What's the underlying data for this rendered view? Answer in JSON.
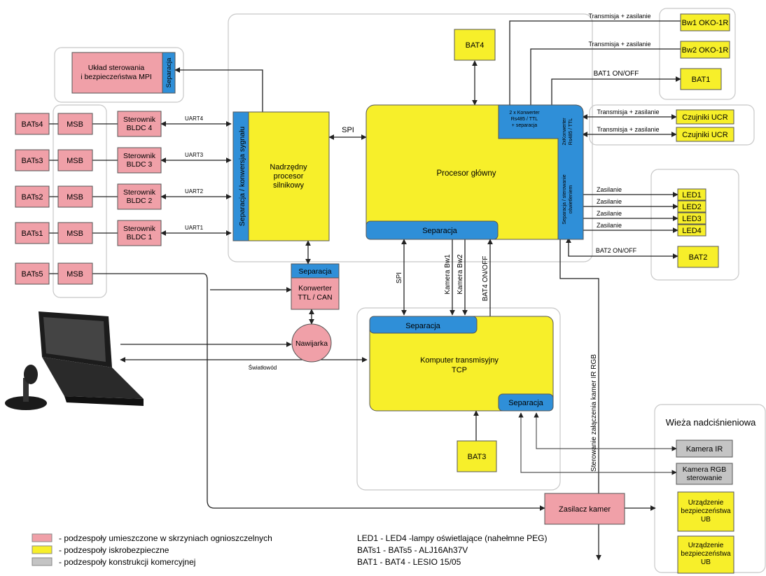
{
  "colors": {
    "red": "#f0a0a8",
    "yellow": "#f7ef2a",
    "blue": "#2f8fd8",
    "gray": "#c4c4c4",
    "frame": "#c8c8c8",
    "line": "#222222",
    "stroke": "#555555"
  },
  "blocks": {
    "mpi_title": "Układ sterowania i bezpieczeństwa MPI",
    "mpi_sep": "Separacja",
    "bldc4": "Sterownik BLDC 4",
    "bldc3": "Sterownik BLDC 3",
    "bldc2": "Sterownik BLDC 2",
    "bldc1": "Sterownik BLDC 1",
    "bats4": "BATs4",
    "bats3": "BATs3",
    "bats2": "BATs2",
    "bats1": "BATs1",
    "bats5": "BATs5",
    "msb4": "MSB",
    "msb3": "MSB",
    "msb2": "MSB",
    "msb1": "MSB",
    "msb5": "MSB",
    "motor_proc": "Nadrzędny procesor silnikowy",
    "motor_sep": "Separacja / konwersja sygnału",
    "main_proc": "Procesor główny",
    "main_sep": "Separacja",
    "conv_top": "2 x Konwerter Rs485 / TTL + separacja",
    "conv_right": "2xKonwerter Rs485 / TTL",
    "light_sep": "Separacja / sterowanie oświetleniem",
    "ttlcan_sep": "Separacja",
    "ttlcan": "Konwerter TTL / CAN",
    "nawijarka": "Nawijarka",
    "tcp": "Komputer transmisyjny TCP",
    "tcp_sep_top": "Separacja",
    "tcp_sep_br": "Separacja",
    "bat1": "BAT1",
    "bat2": "BAT2",
    "bat3": "BAT3",
    "bat4": "BAT4",
    "bw1": "Bw1 OKO-1R",
    "bw2": "Bw2 OKO-1R",
    "ucr1": "Czujniki UCR",
    "ucr2": "Czujniki UCR",
    "led1": "LED1",
    "led2": "LED2",
    "led3": "LED3",
    "led4": "LED4",
    "tower": "Wieża nadciśnieniowa",
    "cam_ir": "Kamera IR",
    "cam_rgb": "Kamera RGB sterowanie",
    "ub1": "Urządzenie bezpieczeństwa UB",
    "ub2": "Urządzenie bezpieczeństwa UB",
    "zasilacz": "Zasilacz kamer"
  },
  "labels": {
    "uart4": "UART4",
    "uart3": "UART3",
    "uart2": "UART2",
    "uart1": "UART1",
    "spi_h": "SPI",
    "spi_v": "SPI",
    "kam_bw1": "Kamera Bw1",
    "kam_bw2": "Kamera Bw2",
    "bat4_onoff": "BAT4 ON/OFF",
    "ster_kamer": "Sterowanie załączenia kamer IR RGB",
    "trans1": "Transmisja + zasilanie",
    "trans2": "Transmisja + zasilanie",
    "bat1_onoff": "BAT1 ON/OFF",
    "trans3": "Transmisja + zasilanie",
    "trans4": "Transmisja + zasilanie",
    "zas1": "Zasilanie",
    "zas2": "Zasilanie",
    "zas3": "Zasilanie",
    "zas4": "Zasilanie",
    "bat2_onoff": "BAT2 ON/OFF",
    "swiatlowod": "Światłowód"
  },
  "legend": {
    "red": "- podzespoły umieszczone w skrzyniach ognioszczelnych",
    "yellow": "- podzespoły iskrobezpieczne",
    "gray": "- podzespoły konstrukcji komercyjnej",
    "notes": [
      "LED1 - LED4 -lampy oświetlające (nahełmne PEG)",
      "BATs1 - BATs5 - ALJ16Ah37V",
      "BAT1 - BAT4 - LESIO 15/05"
    ]
  }
}
